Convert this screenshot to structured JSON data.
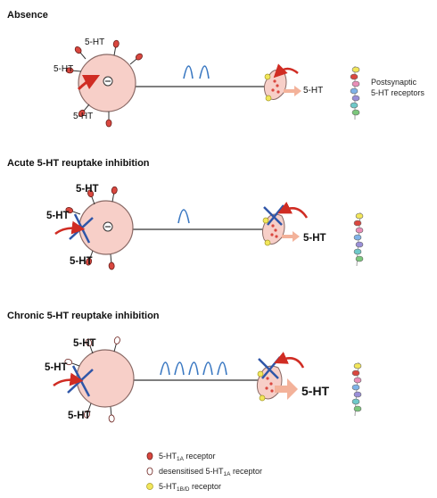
{
  "panels": [
    {
      "title": "Absence",
      "soma_labels": [
        "5-HT",
        "5-HT",
        "5-HT"
      ],
      "terminal_label": "5-HT",
      "receptor_key": [
        "Postsynaptic",
        "5-HT receptors"
      ]
    },
    {
      "title": "Acute 5-HT reuptake inhibition",
      "soma_labels": [
        "5-HT",
        "5-HT",
        "5-HT"
      ],
      "terminal_label": "5-HT"
    },
    {
      "title": "Chronic 5-HT reuptake inhibition",
      "soma_labels": [
        "5-HT",
        "5-HT",
        "5-HT"
      ],
      "terminal_label": "5-HT"
    }
  ],
  "legend": {
    "items": [
      {
        "prefix": "5-HT",
        "sub": "1A",
        "suffix": " receptor",
        "color": "#d9473f",
        "icon": "filled-red-receptor-icon"
      },
      {
        "prefix": "desensitised 5-HT",
        "sub": "1A",
        "suffix": " receptor",
        "color": "#ffffff",
        "icon": "open-receptor-icon"
      },
      {
        "prefix": "5-HT",
        "sub": "1B/D",
        "suffix": " receptor",
        "color": "#f2e65a",
        "icon": "yellow-receptor-icon"
      }
    ]
  },
  "colors": {
    "soma_fill": "#f7cfc8",
    "soma_stroke": "#8a6a66",
    "red_receptor": "#d9473f",
    "yellow_receptor": "#f2e65a",
    "blue_spike": "#3a78c2",
    "blue_cross": "#2f56a8",
    "arrow_red": "#d02c23",
    "arrow_peach": "#f3b29a"
  }
}
